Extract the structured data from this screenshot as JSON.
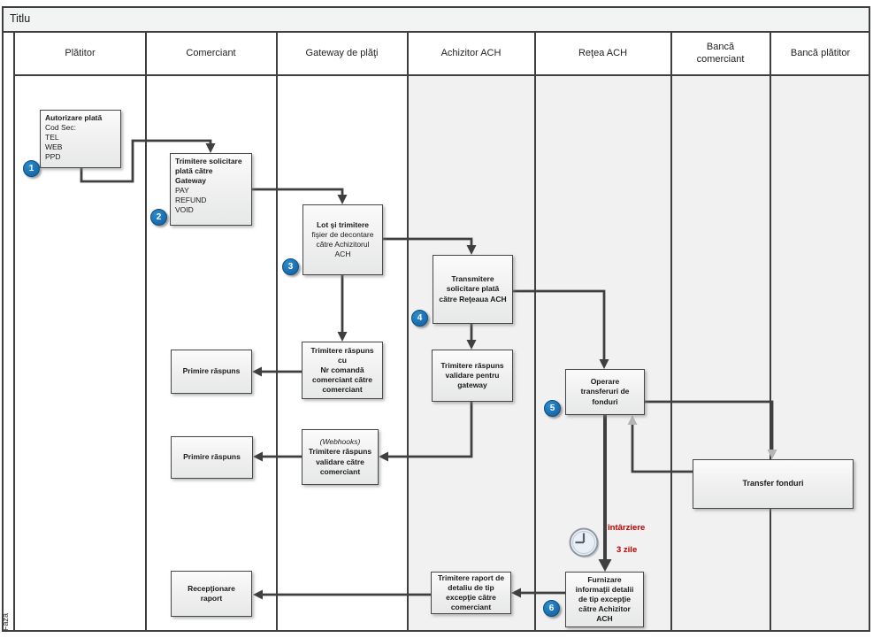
{
  "title": "Titlu",
  "phase_label": "Fază",
  "lanes": [
    "Plătitor",
    "Comerciant",
    "Gateway de plăţi",
    "Achizitor ACH",
    "Reţea ACH",
    "Bancă comerciant",
    "Bancă plătitor"
  ],
  "nodes": {
    "auth": {
      "badge": "1",
      "title": "Autorizare plată",
      "body": "Cod Sec:\nTEL\nWEB\nPPD"
    },
    "send_gateway": {
      "badge": "2",
      "title": "Trimitere solicitare\nplată către\nGateway",
      "body": "PAY\nREFUND\nVOID"
    },
    "batch": {
      "badge": "3",
      "title": "Lot şi trimitere",
      "body": "fişier de decontare\ncătre Achizitorul\nACH"
    },
    "transmit": {
      "badge": "4",
      "label": "Transmitere\nsolicitare plată\ncătre Reţeaua ACH"
    },
    "resp_order": {
      "label": "Trimitere răspuns\ncu\nNr comandă\ncomerciant către\ncomerciant"
    },
    "primire1": {
      "label": "Primire răspuns"
    },
    "resp_validare": {
      "label": "Trimitere răspuns\nvalidare pentru\ngateway"
    },
    "webhooks": {
      "note": "(Webhooks)",
      "label": "Trimitere răspuns\nvalidare către\ncomerciant"
    },
    "primire2": {
      "label": "Primire răspuns"
    },
    "operare": {
      "badge": "5",
      "label": "Operare\ntransferuri de\nfonduri"
    },
    "transfer": {
      "label": "Transfer fonduri"
    },
    "furnizare": {
      "badge": "6",
      "label": "Furnizare\ninformaţii detalii\nde tip excepţie\ncătre Achizitor\nACH"
    },
    "raport": {
      "label": "Trimitere raport de\ndetaliu de tip\nexcepţie către\ncomerciant"
    },
    "receptionare": {
      "label": "Recepţionare\nraport"
    }
  },
  "annotations": {
    "delay_line1": "întârziere",
    "delay_line2": "3 zile",
    "clock_icon": "clock"
  },
  "colors": {
    "badge_blue": "#1b75bc",
    "lane_gray": "#f1f1f2",
    "line_dark": "#3f3f3f",
    "gray_arrow": "#b4b4b4",
    "delay_red": "#c00000"
  }
}
